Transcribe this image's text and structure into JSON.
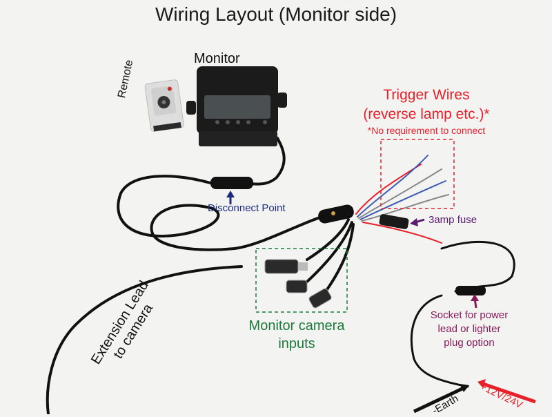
{
  "title": "Wiring Layout (Monitor side)",
  "labels": {
    "monitor": "Monitor",
    "remote": "Remote",
    "trigger_title": "Trigger Wires",
    "trigger_sub": "(reverse lamp etc.)*",
    "trigger_note": "*No requirement to connect",
    "disconnect": "Disconnect Point",
    "fuse": "3amp fuse",
    "inputs_line1": "Monitor camera",
    "inputs_line2": "inputs",
    "socket_line1": "Socket for power",
    "socket_line2": "lead or lighter",
    "socket_line3": "plug option",
    "extension_line1": "Extension Lead",
    "extension_line2": "to camera",
    "earth": "-Earth",
    "voltage": "+12V/24V"
  },
  "colors": {
    "background": "#f3f3f2",
    "cable": "#111111",
    "trigger_red": "#e8202a",
    "disconnect_blue": "#1b2a7d",
    "fuse_purple": "#5a1a70",
    "inputs_green": "#1e7a3c",
    "socket_magenta": "#8a1a5a"
  },
  "icons": {
    "monitor": "monitor-icon",
    "remote": "remote-control-icon",
    "connector": "connector-icon",
    "fuse": "fuse-icon",
    "arrow": "arrow-icon"
  }
}
